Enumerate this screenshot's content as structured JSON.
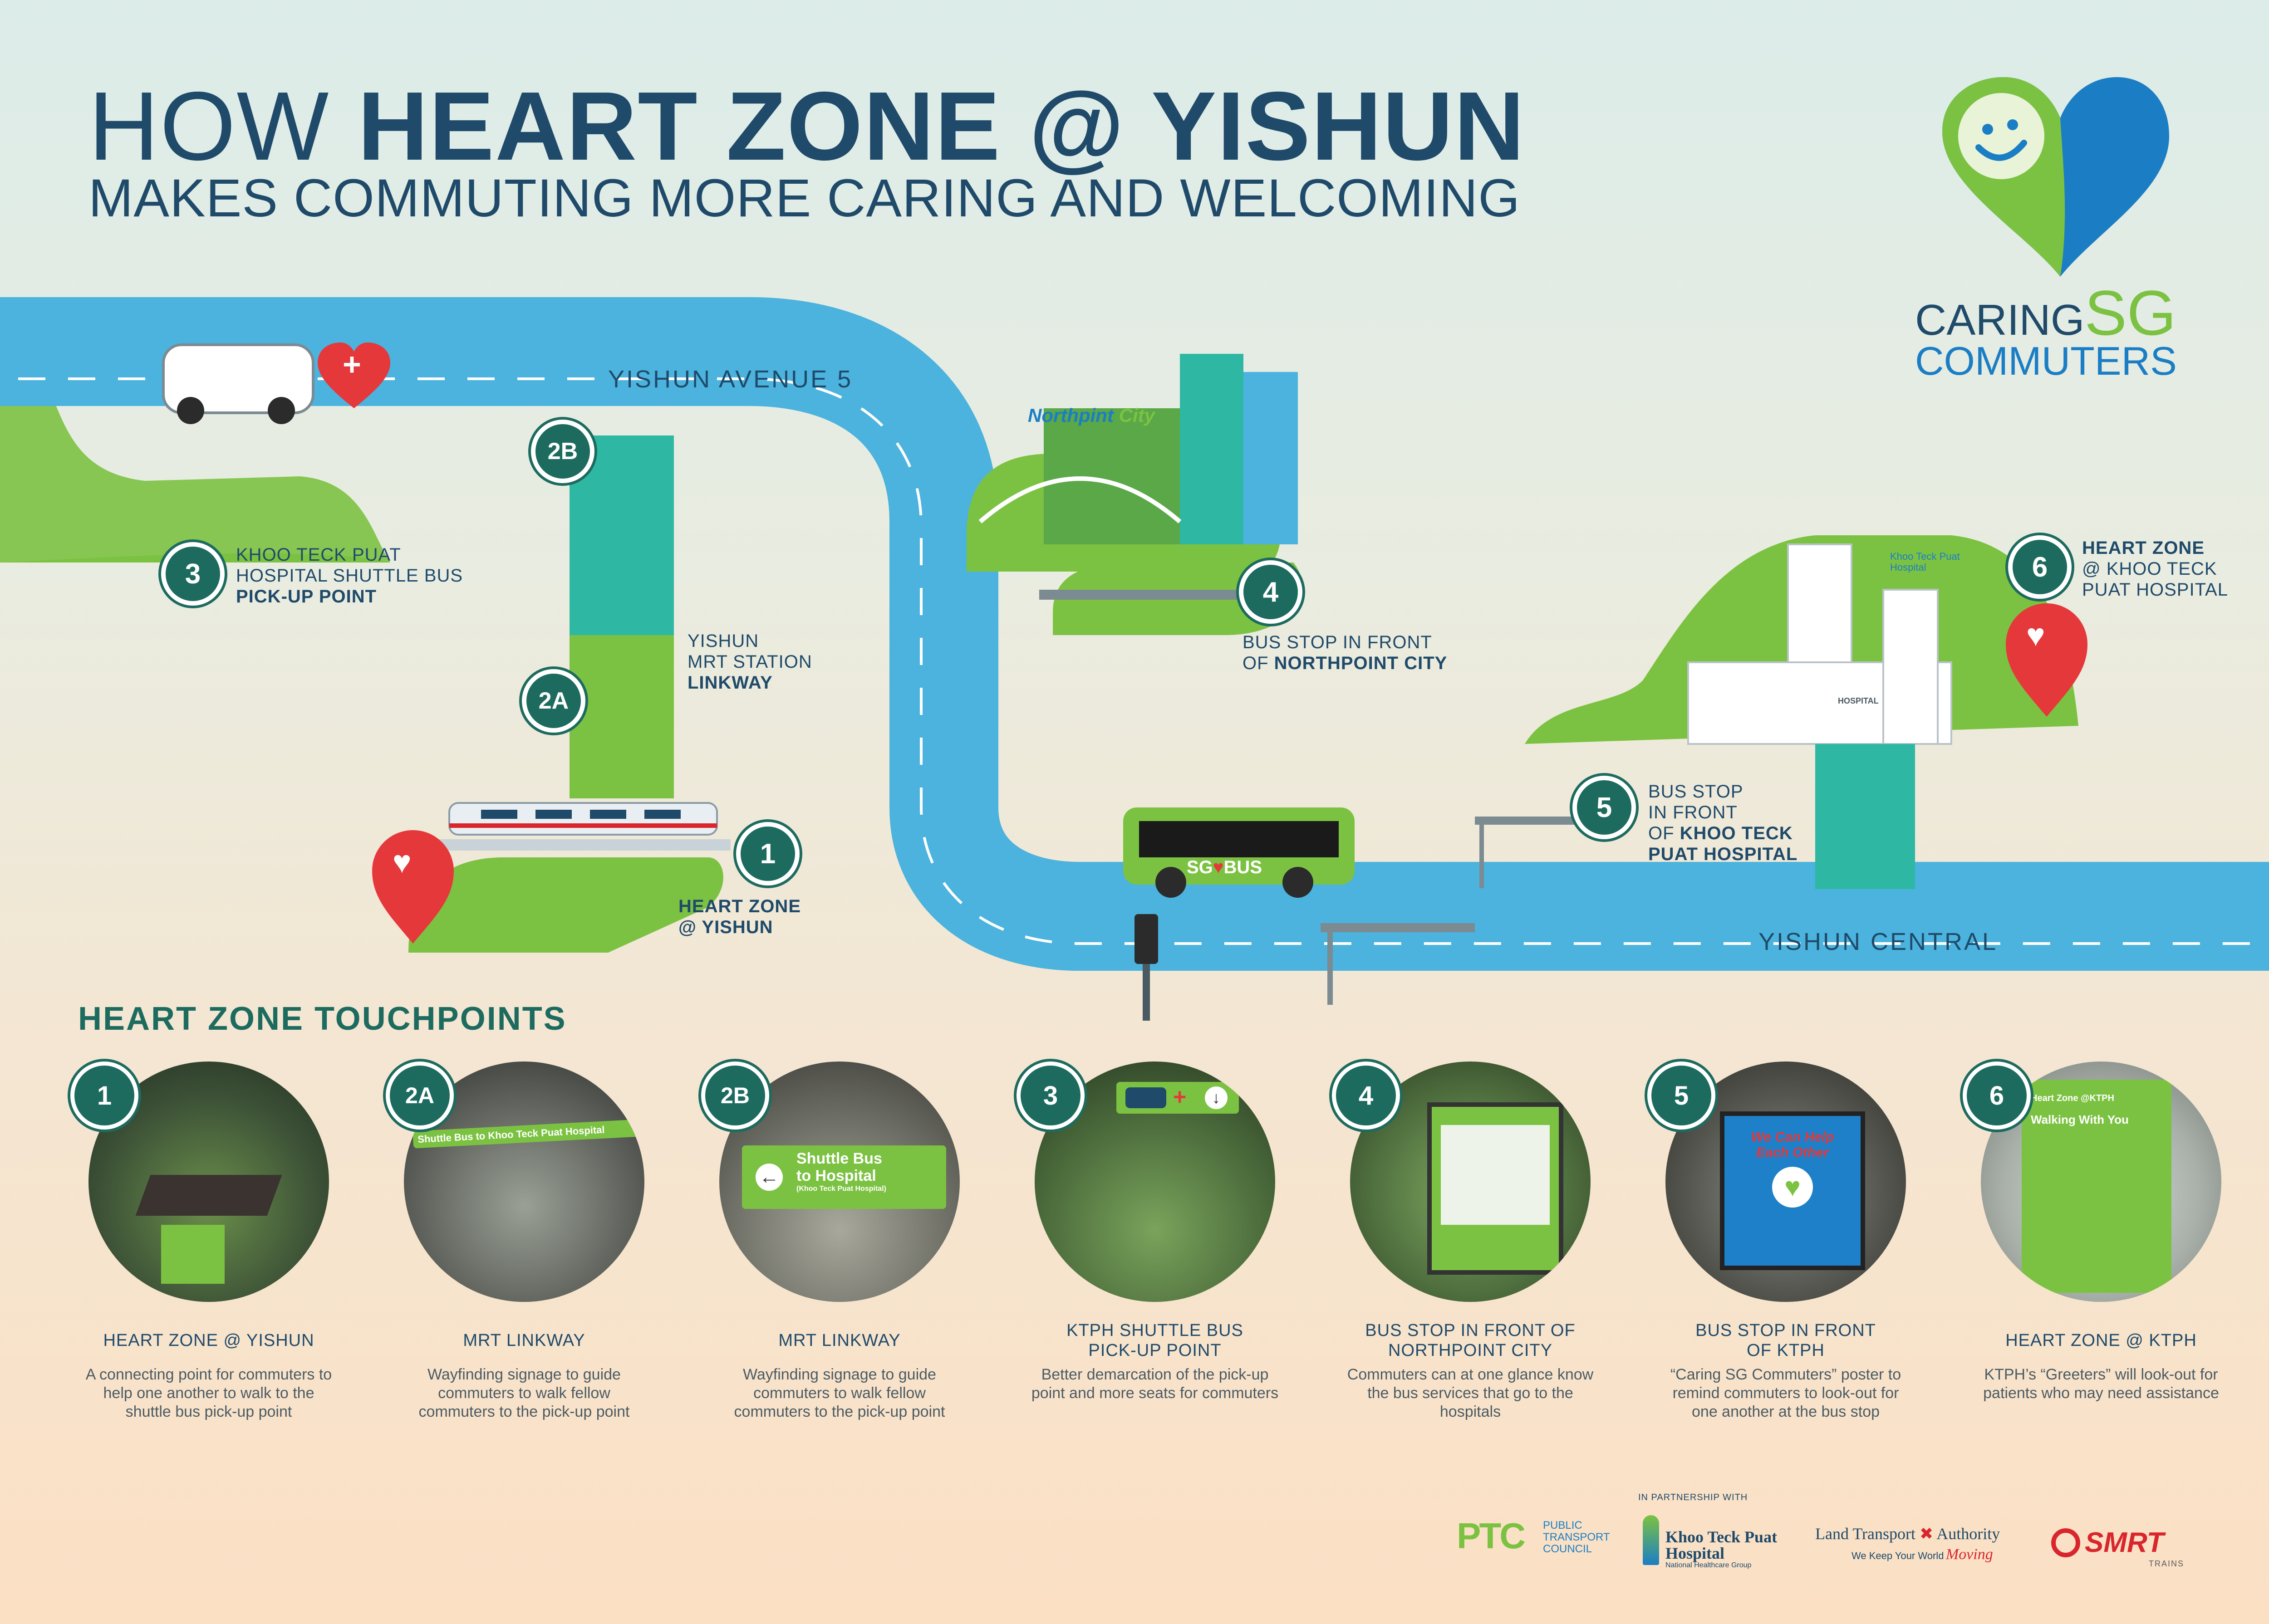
{
  "header": {
    "title_light": "HOW",
    "title_bold": "HEART ZONE @ YISHUN",
    "subtitle": "MAKES COMMUTING MORE CARING AND WELCOMING"
  },
  "brand": {
    "line1a": "CARING",
    "line1b": "SG",
    "line2": "COMMUTERS",
    "colors": {
      "green": "#7cc242",
      "blue": "#1b7ec4",
      "teal": "#1d6b5f",
      "navy": "#1f4a6a",
      "road": "#4bb3dd"
    }
  },
  "map": {
    "roads": {
      "top": "YISHUN AVENUE 5",
      "bottom": "YISHUN CENTRAL"
    },
    "mall_sign": {
      "part1": "Northp",
      "part2": "int",
      "part3": "City"
    },
    "bus_sign": {
      "part1": "SG",
      "part2": "BUS"
    },
    "hospital_sign": "HOSPITAL",
    "hospital_logo": {
      "line1": "Khoo Teck Puat",
      "line2": "Hospital"
    },
    "markers": [
      {
        "id": "1",
        "line1": "HEART ZONE",
        "line2": "@ YISHUN"
      },
      {
        "id": "2A"
      },
      {
        "id": "2B",
        "line1": "YISHUN",
        "line2": "MRT STATION",
        "line3": "LINKWAY"
      },
      {
        "id": "3",
        "line1": "KHOO TECK PUAT",
        "line2": "HOSPITAL SHUTTLE BUS",
        "line3": "PICK-UP POINT"
      },
      {
        "id": "4",
        "line1": "BUS STOP IN FRONT",
        "line2_a": "OF ",
        "line2_b": "NORTHPOINT CITY"
      },
      {
        "id": "5",
        "line1": "BUS STOP",
        "line2": "IN FRONT",
        "line3_a": "OF ",
        "line3_b": "KHOO TECK",
        "line4": "PUAT HOSPITAL"
      },
      {
        "id": "6",
        "line1": "HEART ZONE",
        "line2": "@ KHOO TECK",
        "line3": "PUAT HOSPITAL"
      }
    ]
  },
  "touchpoints": {
    "heading": "HEART ZONE TOUCHPOINTS",
    "items": [
      {
        "num": "1",
        "title_l1": "HEART ZONE @ YISHUN",
        "title_l2": "",
        "desc": "A connecting point for commuters to help one another to walk to the shuttle bus pick-up point"
      },
      {
        "num": "2A",
        "title_l1": "MRT LINKWAY",
        "title_l2": "",
        "desc": "Wayfinding signage to guide commuters to walk fellow commuters to the pick-up point",
        "sign": "Shuttle Bus to Khoo Teck Puat Hospital"
      },
      {
        "num": "2B",
        "title_l1": "MRT LINKWAY",
        "title_l2": "",
        "desc": "Wayfinding signage to guide commuters to walk fellow commuters to the pick-up point",
        "sign_l1": "Shuttle Bus",
        "sign_l2": "to Hospital",
        "sign_l3": "(Khoo Teck Puat Hospital)"
      },
      {
        "num": "3",
        "title_l1": "KTPH SHUTTLE BUS",
        "title_l2": "PICK-UP POINT",
        "desc": "Better demarcation of the pick-up point and more seats for commuters"
      },
      {
        "num": "4",
        "title_l1": "BUS STOP IN FRONT OF",
        "title_l2": "NORTHPOINT CITY",
        "desc": "Commuters can at one glance know the bus services that go to the hospitals"
      },
      {
        "num": "5",
        "title_l1": "BUS STOP IN FRONT",
        "title_l2": "OF KTPH",
        "desc": "“Caring SG Commuters” poster to remind commuters to look-out for one another at the bus stop",
        "poster_l1": "We Can Help",
        "poster_l2": "Each Other"
      },
      {
        "num": "6",
        "title_l1": "HEART ZONE @ KTPH",
        "title_l2": "",
        "desc": "KTPH’s “Greeters” will look-out for patients who may need assistance",
        "sign_l1": "Walking With You",
        "sign_l2": "Heart Zone @KTPH"
      }
    ]
  },
  "partners": {
    "intro": "IN PARTNERSHIP WITH",
    "ptc": {
      "mark": "PTC",
      "l1": "PUBLIC",
      "l2": "TRANSPORT",
      "l3": "COUNCIL"
    },
    "ktph": {
      "l1": "Khoo Teck Puat",
      "l2": "Hospital",
      "l3": "National Healthcare Group"
    },
    "lta": {
      "l1": "Land Transport",
      "l2": "Authority",
      "tag": "We Keep Your World",
      "tag2": "Moving"
    },
    "smrt": {
      "name": "SMRT",
      "sub": "TRAINS"
    }
  }
}
